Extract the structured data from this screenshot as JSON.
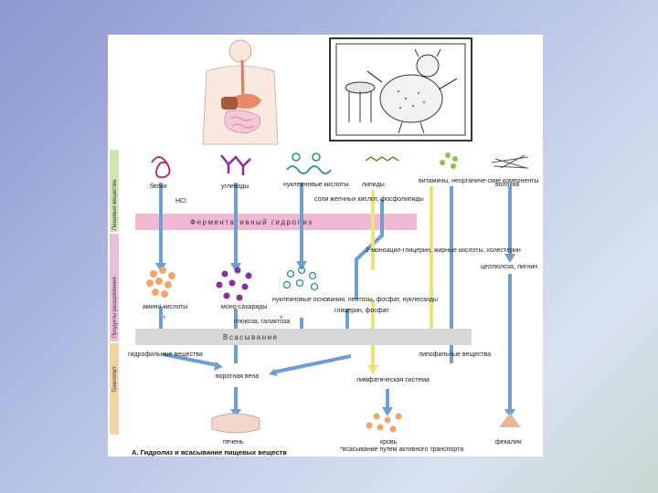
{
  "side_labels": {
    "food": "Пищевые вещества",
    "products": "Продукты расщепления",
    "transport": "Транспорт"
  },
  "nutrients": {
    "proteins": "белки",
    "carbs": "углеводы",
    "nucleic": "нуклеиновые кислоты",
    "lipids": "липиды",
    "vitamins": "витамины, неорганиче-ские компоненты",
    "fiber": "волокна"
  },
  "hcl": "HCl",
  "bile_note": "соли желчных кислот, фосфолипиды",
  "bands": {
    "hydrolysis": "Ферментативный гидролиз",
    "absorption": "Всасывание"
  },
  "products": {
    "amino": "амино-кислоты",
    "mono": "моно-сахариды",
    "nucleo": "нуклеиновые основания, пентозы, фосфат, нуклеозиды",
    "monoglyc": "2-моноацил-глицерин, жирные кислоты, холестерин",
    "glycerol": "глицерин, фосфат",
    "cellulose": "целлюлоза, лигнин"
  },
  "glucose_note": "глюкоза, галактоза",
  "transport": {
    "hydrophilic": "гидрофильные вещества",
    "lipophilic": "липофильные вещества",
    "portal": "воротная вена",
    "lymph": "лимфатическая система"
  },
  "ends": {
    "liver": "печень",
    "blood": "кровь",
    "feces": "фекалии"
  },
  "footnote": "*всасывание путем активного транспорта",
  "caption": "А. Гидролиз и всасывание пищевых веществ",
  "colors": {
    "hydrolysis_band": "#f1b8d4",
    "absorption_band": "#d8d8d8",
    "arrow_blue": "#6f9fd0",
    "arrow_yellow": "#efe27a"
  }
}
